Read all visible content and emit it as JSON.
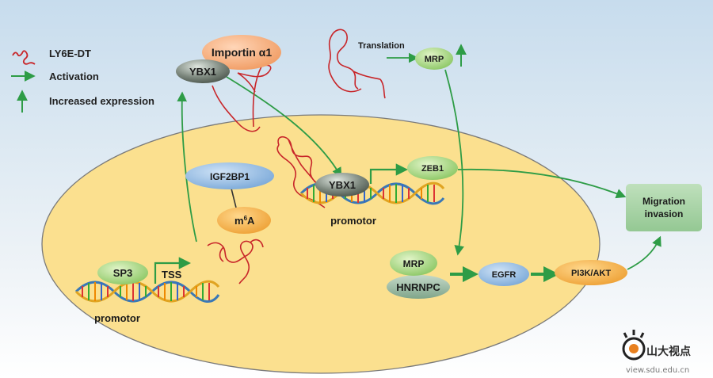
{
  "legend": {
    "ly6e_label": "LY6E-DT",
    "activation_label": "Activation",
    "increased_label": "Increased expression"
  },
  "nodes": {
    "importin": "Importin α1",
    "ybx1_top": "YBX1",
    "translation": "Translation",
    "mrp_top": "MRP",
    "igf2bp1": "IGF2BP1",
    "m6a_base": "m",
    "m6a_sup": "6",
    "m6a_end": "A",
    "ybx1_nucleus": "YBX1",
    "zeb1": "ZEB1",
    "promotor_mid": "promotor",
    "sp3": "SP3",
    "tss": "TSS",
    "promotor_left": "promotor",
    "mrp_nucleus": "MRP",
    "hnrnpc": "HNRNPC",
    "egfr": "EGFR",
    "pi3k": "PI3K/AKT",
    "migration_line1": "Migration",
    "migration_line2": "invasion"
  },
  "watermark": {
    "brand": "山大视点",
    "url": "view.sdu.edu.cn"
  },
  "colors": {
    "arrow_green": "#2e9c46",
    "rna_red": "#c8262a",
    "nucleus_fill": "#fbe08f",
    "node_green": "#9fd47a",
    "node_blue": "#8db9e2",
    "node_orange": "#f0a646",
    "node_grey": "#5f6b60",
    "importin_orange": "#f5a978",
    "migration_box": "#a6d3a4"
  }
}
